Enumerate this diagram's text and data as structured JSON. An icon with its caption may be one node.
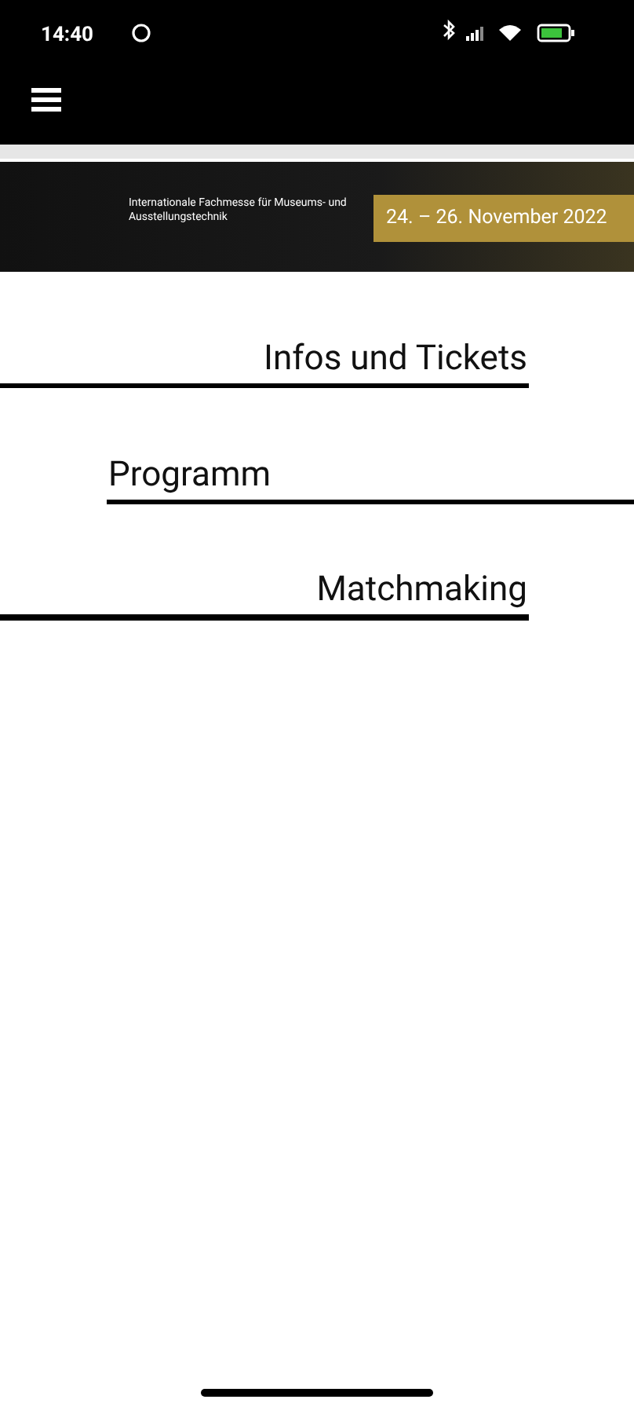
{
  "diagram": {
    "labels": [
      "14:40",
      "Internationale Fachmesse für Museums- und Ausstellungstechnik",
      "24. – 26. November 2022",
      "Infos und Tickets",
      "Programm",
      "Matchmaking"
    ]
  }
}
